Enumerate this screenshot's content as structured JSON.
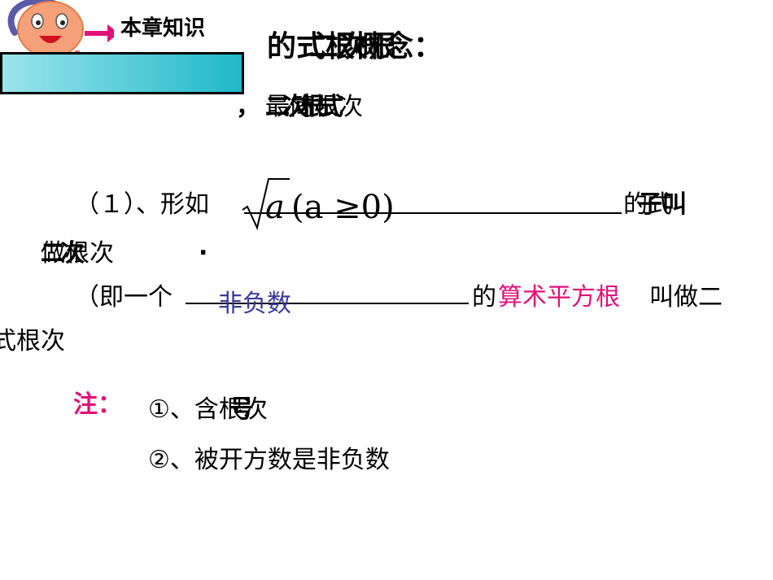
{
  "header": {
    "chapter_label": "本章知识"
  },
  "title": {
    "layer_a": "的式根概念：",
    "layer_b": "二次根"
  },
  "subtitle": {
    "comma": "，",
    "layer_a": "最简根次",
    "layer_b": "二次根式"
  },
  "item1": {
    "prefix": "（１）、形如",
    "math_radicand": "a",
    "math_condition": "(a ≥0)",
    "suffix_a": "的式",
    "suffix_b": "子叫",
    "line2_a": "做根次",
    "line2_b": "二次",
    "period": "."
  },
  "item2": {
    "prefix": "（即一个",
    "blank_answer": "非负数",
    "mid": "的",
    "highlight": "算术平方根",
    "suffix": "叫做二",
    "line2": "式根次"
  },
  "note": {
    "label": "注：",
    "point1_a": "①、含根次",
    "point1_b": "号",
    "point2": "②、被开方数是非负数"
  },
  "colors": {
    "accent_pink": "#e0127a",
    "answer_navy": "#3a3a9a",
    "banner_teal": "#1fb8c8"
  }
}
